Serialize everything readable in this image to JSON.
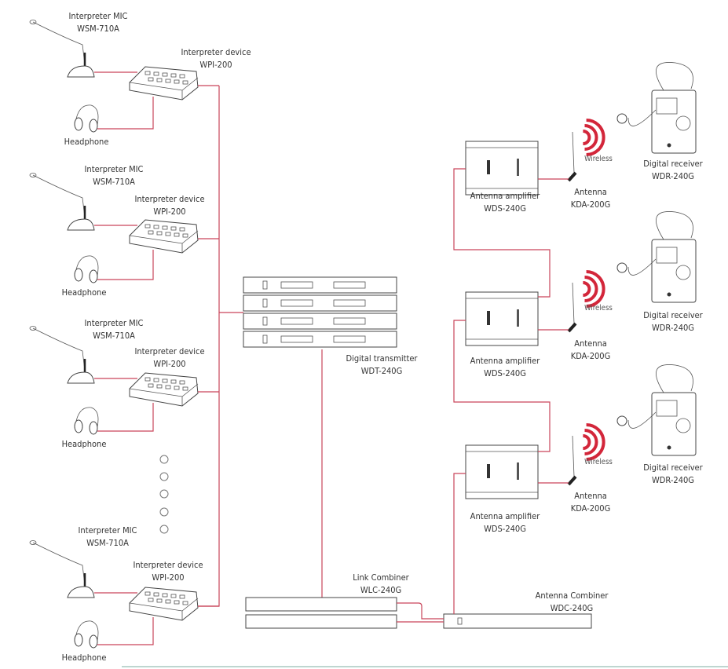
{
  "colors": {
    "wire": "#c9455a",
    "wireless": "#d3263a",
    "device_outline": "#444444",
    "footer_rule": "#a8c8c0"
  },
  "stations": [
    {
      "mic": {
        "name": "Interpreter MIC",
        "model": "WSM-710A"
      },
      "device": {
        "name": "Interpreter device",
        "model": "WPI-200"
      },
      "headphone": "Headphone"
    },
    {
      "mic": {
        "name": "Interpreter MIC",
        "model": "WSM-710A"
      },
      "device": {
        "name": "Interpreter device",
        "model": "WPI-200"
      },
      "headphone": "Headphone"
    },
    {
      "mic": {
        "name": "Interpreter MIC",
        "model": "WSM-710A"
      },
      "device": {
        "name": "Interpreter device",
        "model": "WPI-200"
      },
      "headphone": "Headphone"
    },
    {
      "mic": {
        "name": "Interpreter MIC",
        "model": "WSM-710A"
      },
      "device": {
        "name": "Interpreter device",
        "model": "WPI-200"
      },
      "headphone": "Headphone"
    }
  ],
  "transmitter": {
    "name": "Digital transmitter",
    "model": "WDT-240G",
    "units": 4
  },
  "link_combiner": {
    "name": "Link Combiner",
    "model": "WLC-240G"
  },
  "antenna_combiner": {
    "name": "Antenna Combiner",
    "model": "WDC-240G"
  },
  "zones": [
    {
      "amplifier": {
        "name": "Antenna amplifier",
        "model": "WDS-240G"
      },
      "antenna": {
        "name": "Antenna",
        "model": "KDA-200G"
      },
      "wireless": "Wireless",
      "receiver": {
        "name": "Digital receiver",
        "model": "WDR-240G"
      }
    },
    {
      "amplifier": {
        "name": "Antenna amplifier",
        "model": "WDS-240G"
      },
      "antenna": {
        "name": "Antenna",
        "model": "KDA-200G"
      },
      "wireless": "Wireless",
      "receiver": {
        "name": "Digital receiver",
        "model": "WDR-240G"
      }
    },
    {
      "amplifier": {
        "name": "Antenna amplifier",
        "model": "WDS-240G"
      },
      "antenna": {
        "name": "Antenna",
        "model": "KDA-200G"
      },
      "wireless": "Wireless",
      "receiver": {
        "name": "Digital receiver",
        "model": "WDR-240G"
      }
    }
  ]
}
